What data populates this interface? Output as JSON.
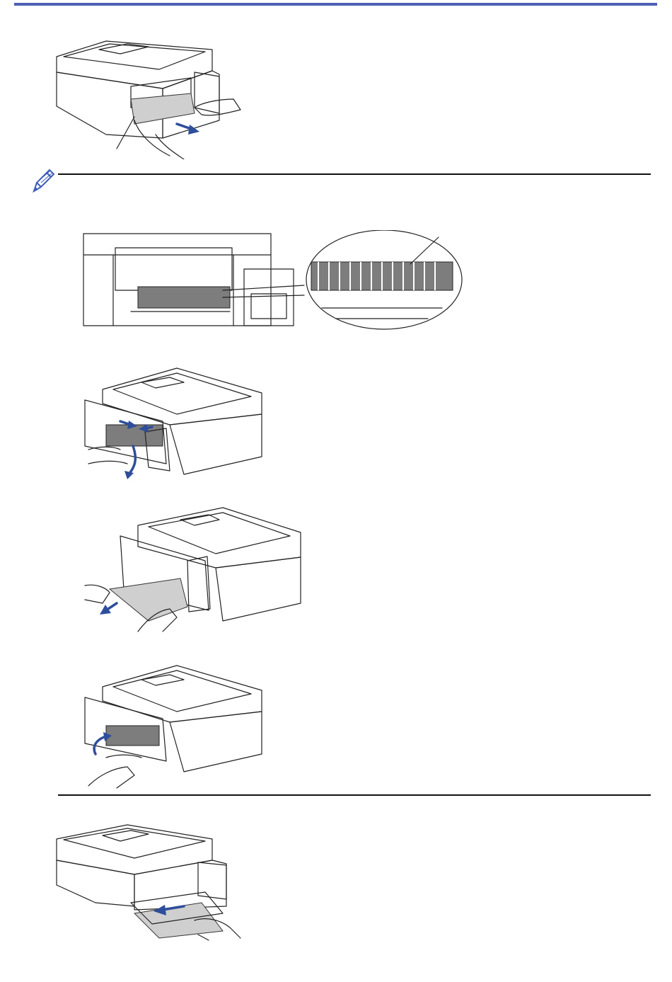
{
  "page": {
    "accent_color": "#4d5fb4",
    "arrow_color": "#2e4d9b",
    "note_icon": "pencil-note-icon"
  },
  "illustrations": [
    {
      "id": "pull-paper-front",
      "icon": "printer-front-pull-paper"
    },
    {
      "id": "inside-rollers",
      "icon": "printer-inside-zoom"
    },
    {
      "id": "open-jam-cover",
      "icon": "printer-back-open-cover"
    },
    {
      "id": "pull-paper-back",
      "icon": "printer-back-pull-paper"
    },
    {
      "id": "close-jam-cover",
      "icon": "printer-back-close-cover"
    },
    {
      "id": "push-tray",
      "icon": "printer-front-push-tray"
    }
  ]
}
